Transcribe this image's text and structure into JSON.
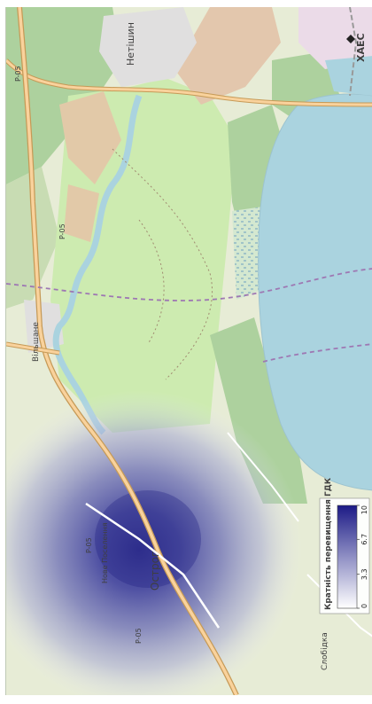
{
  "map": {
    "labels": {
      "town_north": "Нетішин",
      "plant": "ХАЕС",
      "village_west": "Вільшане",
      "city": "Острог",
      "village_south": "Слобідка",
      "road_p05_a": "P-05",
      "road_p05_b": "P-05",
      "road_p05_c": "P-05",
      "road_p05_d": "P-05",
      "city_area_label": "Нове Поселення"
    },
    "colors": {
      "water": "#aad3df",
      "forest": "#add19e",
      "meadow": "#cdebb0",
      "farmland": "#eef0d5",
      "residential": "#e0dfdf",
      "industrial": "#ebdbe8",
      "road_primary": "#f9d29c",
      "road_border": "#c69a57",
      "boundary": "#9e78b3",
      "plume": "#2e2f8f"
    },
    "grip_icon": "grid-dots-icon"
  },
  "legend": {
    "title": "Кратність перевищення ГДК",
    "ticks": [
      "0",
      "3.3",
      "6.7",
      "10"
    ],
    "min": 0,
    "max": 10,
    "color_low": "#ffffff",
    "color_high": "#1c1a86"
  }
}
